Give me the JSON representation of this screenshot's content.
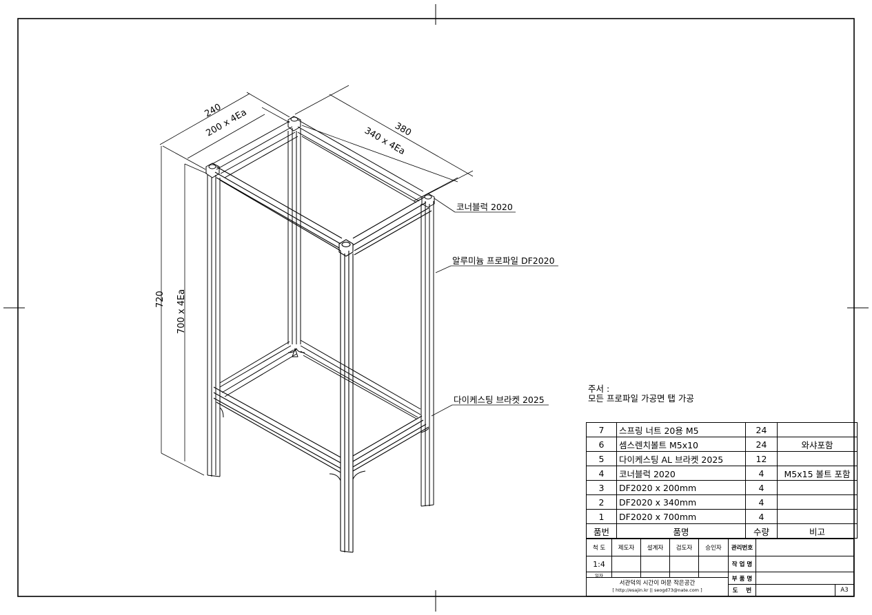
{
  "drawing": {
    "dimensions": {
      "overall_width": "240",
      "rail_width": "200 x 4Ea",
      "overall_depth": "380",
      "rail_depth": "340 x 4Ea",
      "overall_height": "720",
      "post_height": "700 x 4Ea"
    },
    "callouts": {
      "corner_block": "코너블럭 2020",
      "profile": "알루미늄 프로파일 DF2020",
      "bracket": "다이케스팅 브라켓 2025"
    }
  },
  "notes": {
    "heading": "주서 :",
    "line1": "모든 프로파일 가공면 탭 가공"
  },
  "bom": {
    "header": {
      "no": "품번",
      "name": "품명",
      "qty": "수량",
      "remark": "비고"
    },
    "rows": [
      {
        "no": "7",
        "name": "스프링 너트 20용 M5",
        "qty": "24",
        "remark": ""
      },
      {
        "no": "6",
        "name": "셈스렌치볼트 M5x10",
        "qty": "24",
        "remark": "와샤포함"
      },
      {
        "no": "5",
        "name": "다이케스팅 AL 브라켓 2025",
        "qty": "12",
        "remark": ""
      },
      {
        "no": "4",
        "name": "코너블럭 2020",
        "qty": "4",
        "remark": "M5x15 볼트 포함"
      },
      {
        "no": "3",
        "name": "DF2020 x 200mm",
        "qty": "4",
        "remark": ""
      },
      {
        "no": "2",
        "name": "DF2020 x 340mm",
        "qty": "4",
        "remark": ""
      },
      {
        "no": "1",
        "name": "DF2020 x 700mm",
        "qty": "4",
        "remark": ""
      }
    ]
  },
  "title_block": {
    "scale_label": "척 도",
    "scale_value": "1:4",
    "drafter": "제도자",
    "designer": "설계자",
    "checker": "검도자",
    "approver": "승인자",
    "date_label": "일자",
    "mgmt_no": "관리번호",
    "work_name": "작 업 명",
    "part_name": "부 품 명",
    "drawing_no": "도    번",
    "sheet_size": "A3",
    "company": "서관덕의 시간이 머문 작은공간",
    "company_contact": "[ http://esajin.kr || seogd73@nate.com ]"
  }
}
